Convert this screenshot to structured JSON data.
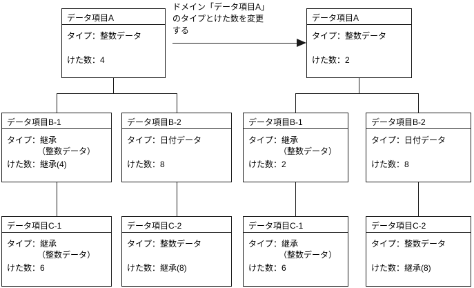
{
  "diagram": {
    "annotation": {
      "line1": "ドメイン「データ項目A」",
      "line2": "のタイプとけた数を変更",
      "line3": "する"
    },
    "colors": {
      "line": "#1a1a1a",
      "background": "#ffffff",
      "text": "#000000"
    },
    "trees": {
      "before": {
        "a": {
          "title": "データ項目A",
          "type": "タイプ：整数データ",
          "digits": "けた数：4"
        },
        "b1": {
          "title": "データ項目B-1",
          "type": "タイプ：継承",
          "type2": "（整数データ）",
          "digits": "けた数：継承(4)"
        },
        "b2": {
          "title": "データ項目B-2",
          "type": "タイプ：日付データ",
          "digits": "けた数：8"
        },
        "c1": {
          "title": "データ項目C-1",
          "type": "タイプ：継承",
          "type2": "（整数データ）",
          "digits": "けた数：6"
        },
        "c2": {
          "title": "データ項目C-2",
          "type": "タイプ：整数データ",
          "digits": "けた数：継承(8)"
        }
      },
      "after": {
        "a": {
          "title": "データ項目A",
          "type": "タイプ：整数データ",
          "digits": "けた数：2"
        },
        "b1": {
          "title": "データ項目B-1",
          "type": "タイプ：継承",
          "type2": "（整数データ）",
          "digits": "けた数：2"
        },
        "b2": {
          "title": "データ項目B-2",
          "type": "タイプ：日付データ",
          "digits": "けた数：8"
        },
        "c1": {
          "title": "データ項目C-1",
          "type": "タイプ：継承",
          "type2": "（整数データ）",
          "digits": "けた数：6"
        },
        "c2": {
          "title": "データ項目C-2",
          "type": "タイプ：整数データ",
          "digits": "けた数：継承(8)"
        }
      }
    }
  }
}
